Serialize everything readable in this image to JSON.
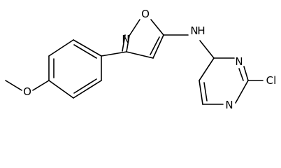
{
  "molecule": {
    "atom_labels": {
      "isoxazole_o": "O",
      "isoxazole_n": "N",
      "amine": "N",
      "amine_h": "H",
      "pyrimidine_n_upper": "N",
      "pyrimidine_n_lower": "N",
      "chlorine": "Cl",
      "methoxy_o": "O"
    }
  }
}
